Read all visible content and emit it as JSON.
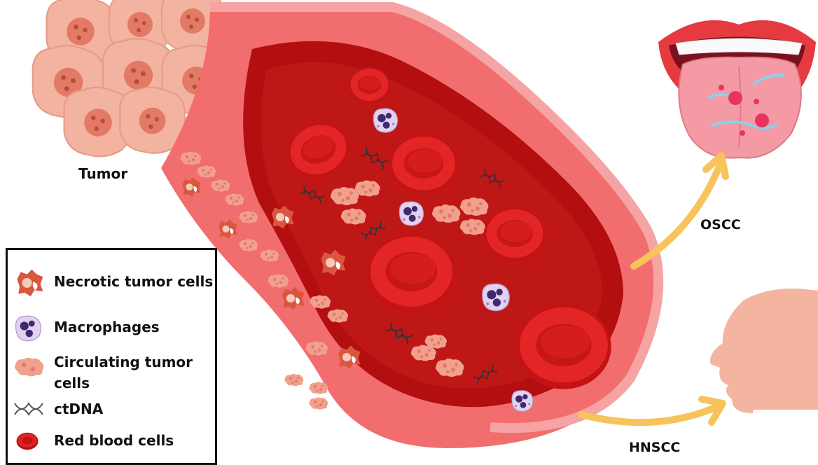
{
  "labels": {
    "tumor": "Tumor",
    "oscc": "OSCC",
    "hnscc": "HNSCC"
  },
  "legend": {
    "items": [
      {
        "label": "Necrotic tumor cells",
        "icon": "necrotic-tumor-cell-icon"
      },
      {
        "label": "Macrophages",
        "icon": "macrophage-icon"
      },
      {
        "label": "Circulating tumor cells",
        "icon": "circulating-tumor-cell-icon"
      },
      {
        "label": "ctDNA",
        "icon": "ctdna-icon"
      },
      {
        "label": "Red blood cells",
        "icon": "red-blood-cell-icon"
      }
    ]
  },
  "colors": {
    "vessel_outer": "#f06a6a",
    "vessel_inner": "#b40f10",
    "rbc": "#e01f1f",
    "tumor": "#f2b0a0",
    "macrophage": "#d9c3e8",
    "arrow": "#f7c35a",
    "head": "#f3b4a0"
  }
}
